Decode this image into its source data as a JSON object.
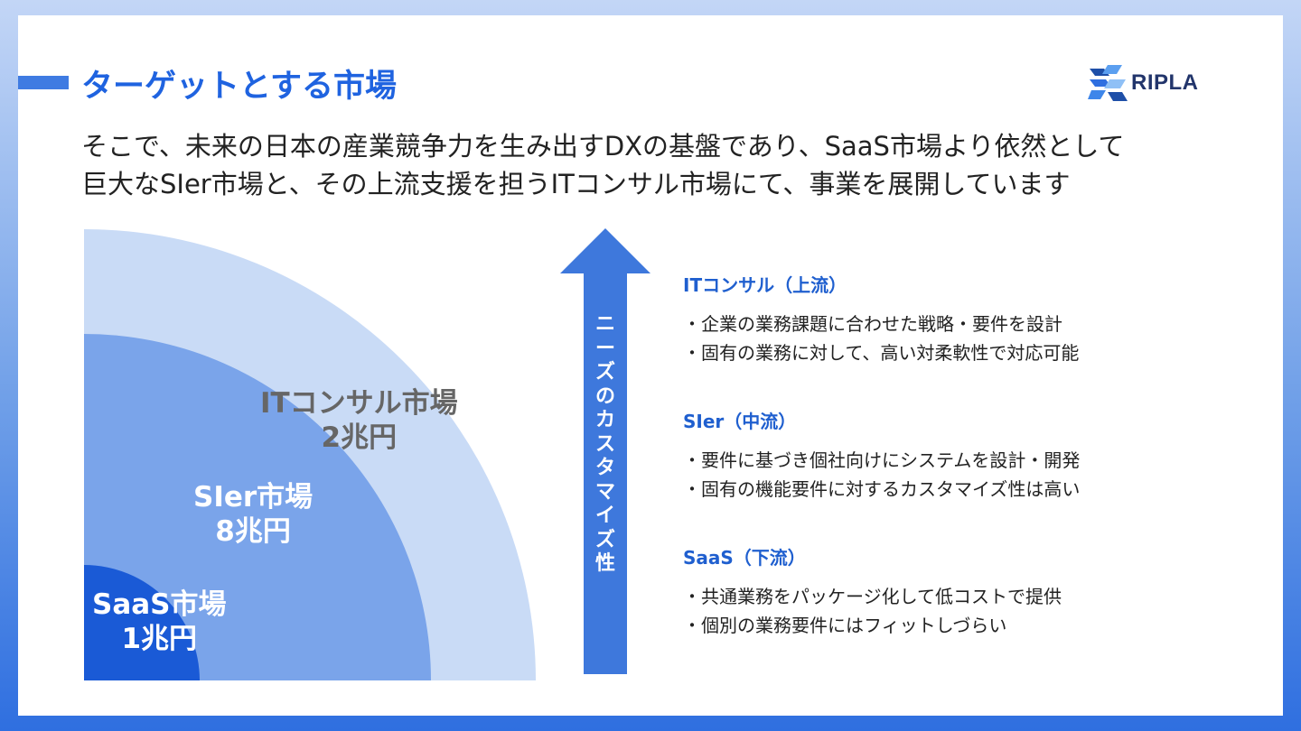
{
  "header": {
    "title": "ターゲットとする市場",
    "logo_text": "RIPLA"
  },
  "lead": {
    "line1": "そこで、未来の日本の産業競争力を生み出すDXの基盤であり、SaaS市場より依然として",
    "line2": "巨大なSIer市場と、その上流支援を担うITコンサル市場にて、事業を展開しています"
  },
  "markets": [
    {
      "name": "ITコンサル市場",
      "size": "2兆円",
      "color": "#c9dbf6",
      "label_color": "#666666"
    },
    {
      "name": "SIer市場",
      "size": "8兆円",
      "color": "#7aa4ea",
      "label_color": "#ffffff"
    },
    {
      "name": "SaaS市場",
      "size": "1兆円",
      "color": "#1a5ad6",
      "label_color": "#ffffff"
    }
  ],
  "arrow": {
    "label_chars": [
      "ニ",
      "ー",
      "ズ",
      "の",
      "カ",
      "ス",
      "タ",
      "マ",
      "イ",
      "ズ",
      "性"
    ],
    "color": "#3e78dc"
  },
  "descriptions": [
    {
      "heading": "ITコンサル（上流）",
      "bullets": [
        "企業の業務課題に合わせた戦略・要件を設計",
        "固有の業務に対して、高い対柔軟性で対応可能"
      ]
    },
    {
      "heading": "SIer（中流）",
      "bullets": [
        "要件に基づき個社向けにシステムを設計・開発",
        "固有の機能要件に対するカスタマイズ性は高い"
      ]
    },
    {
      "heading": "SaaS（下流）",
      "bullets": [
        "共通業務をパッケージ化して低コストで提供",
        "個別の業務要件にはフィットしづらい"
      ]
    }
  ],
  "colors": {
    "accent": "#1f63e0",
    "text": "#222222"
  }
}
